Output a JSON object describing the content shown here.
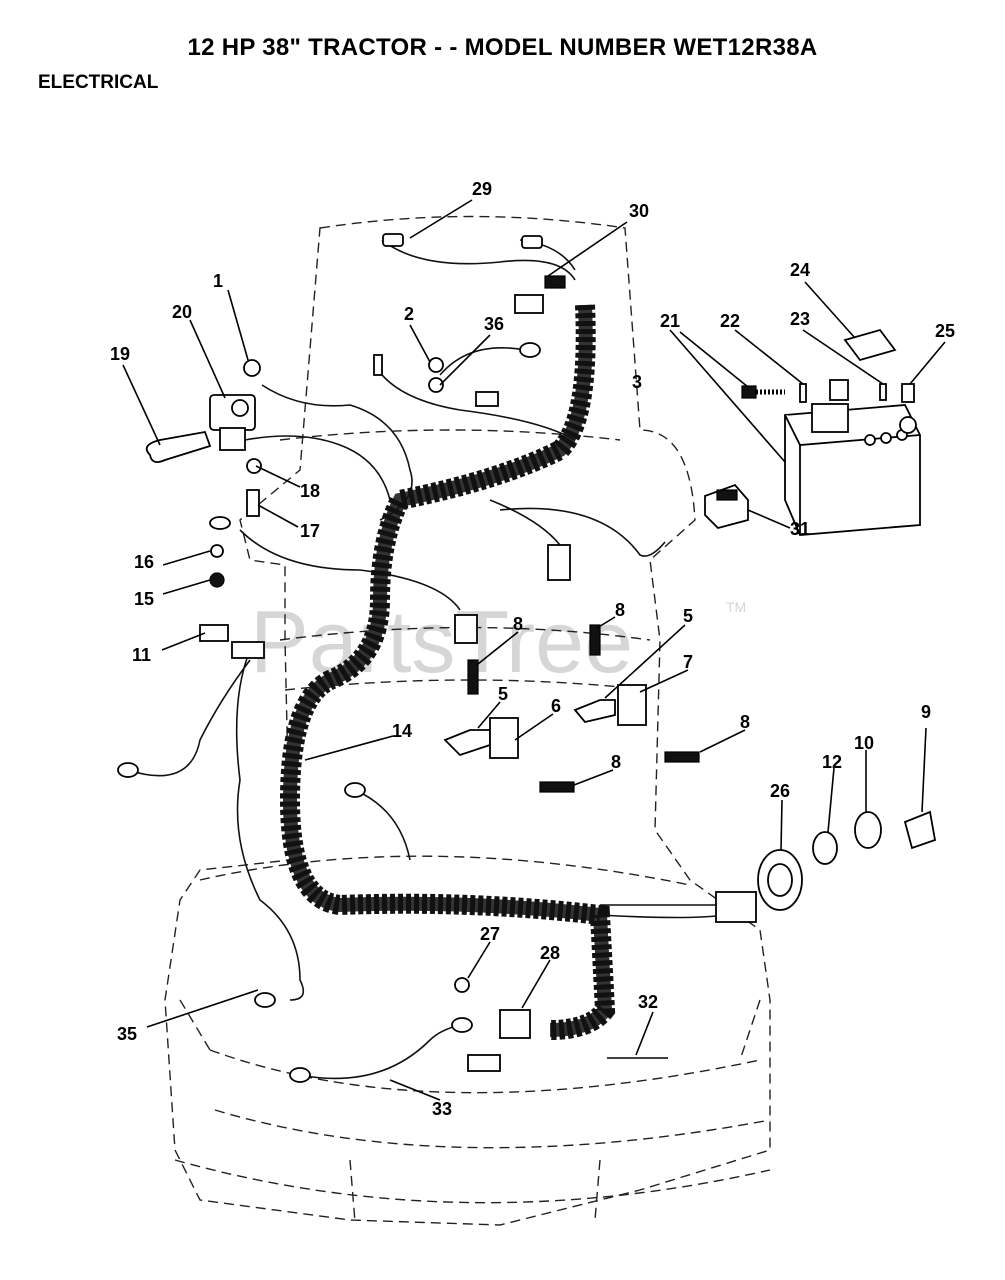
{
  "header": {
    "title": "12 HP 38\" TRACTOR - - MODEL NUMBER WET12R38A",
    "subtitle": "ELECTRICAL"
  },
  "watermark": {
    "text": "PartsTree",
    "tm": "TM"
  },
  "callouts": [
    "1",
    "2",
    "3",
    "5",
    "5",
    "6",
    "7",
    "8",
    "8",
    "8",
    "8",
    "9",
    "10",
    "11",
    "12",
    "14",
    "15",
    "16",
    "17",
    "18",
    "19",
    "20",
    "21",
    "22",
    "23",
    "24",
    "25",
    "26",
    "27",
    "28",
    "29",
    "30",
    "31",
    "32",
    "33",
    "35",
    "36"
  ]
}
